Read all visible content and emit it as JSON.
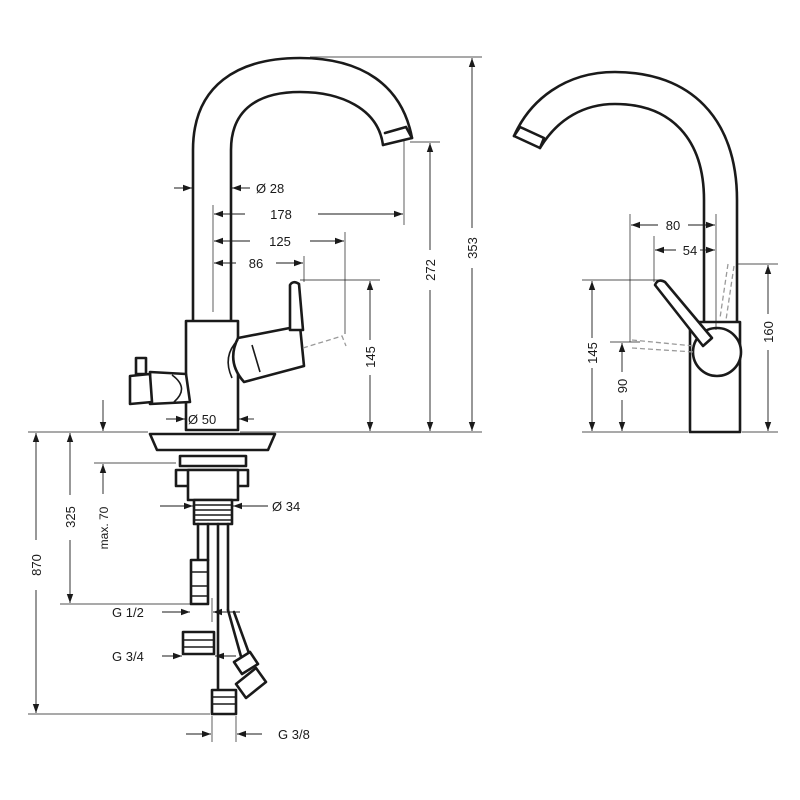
{
  "front_view": {
    "dim_spout_diameter": "Ø 28",
    "dim_reach_178": "178",
    "dim_reach_125": "125",
    "dim_reach_86": "86",
    "dim_height_145": "145",
    "dim_height_272": "272",
    "dim_height_353": "353",
    "dim_base_diameter": "Ø 50"
  },
  "side_view": {
    "dim_80": "80",
    "dim_54": "54",
    "dim_145": "145",
    "dim_90": "90",
    "dim_160": "160"
  },
  "connections": {
    "dim_thread_diameter": "Ø 34",
    "dim_total_870": "870",
    "dim_325": "325",
    "dim_max_70": "max. 70",
    "label_g12": "G 1/2",
    "label_g34": "G 3/4",
    "label_g38": "G 3/8"
  }
}
